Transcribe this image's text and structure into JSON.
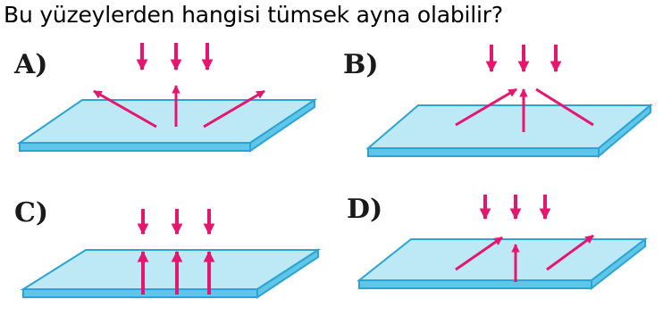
{
  "question": {
    "text": "Bu yüzeylerden hangisi tümsek ayna olabilir?"
  },
  "options": [
    {
      "label": "A)"
    },
    {
      "label": "B)"
    },
    {
      "label": "C)"
    },
    {
      "label": "D)"
    }
  ],
  "colors": {
    "plate_top": "#bde9f6",
    "plate_side": "#5fc6e8",
    "plate_edge": "#2aa3d6",
    "ray": "#e6166e",
    "label": "#1a1a1a"
  }
}
